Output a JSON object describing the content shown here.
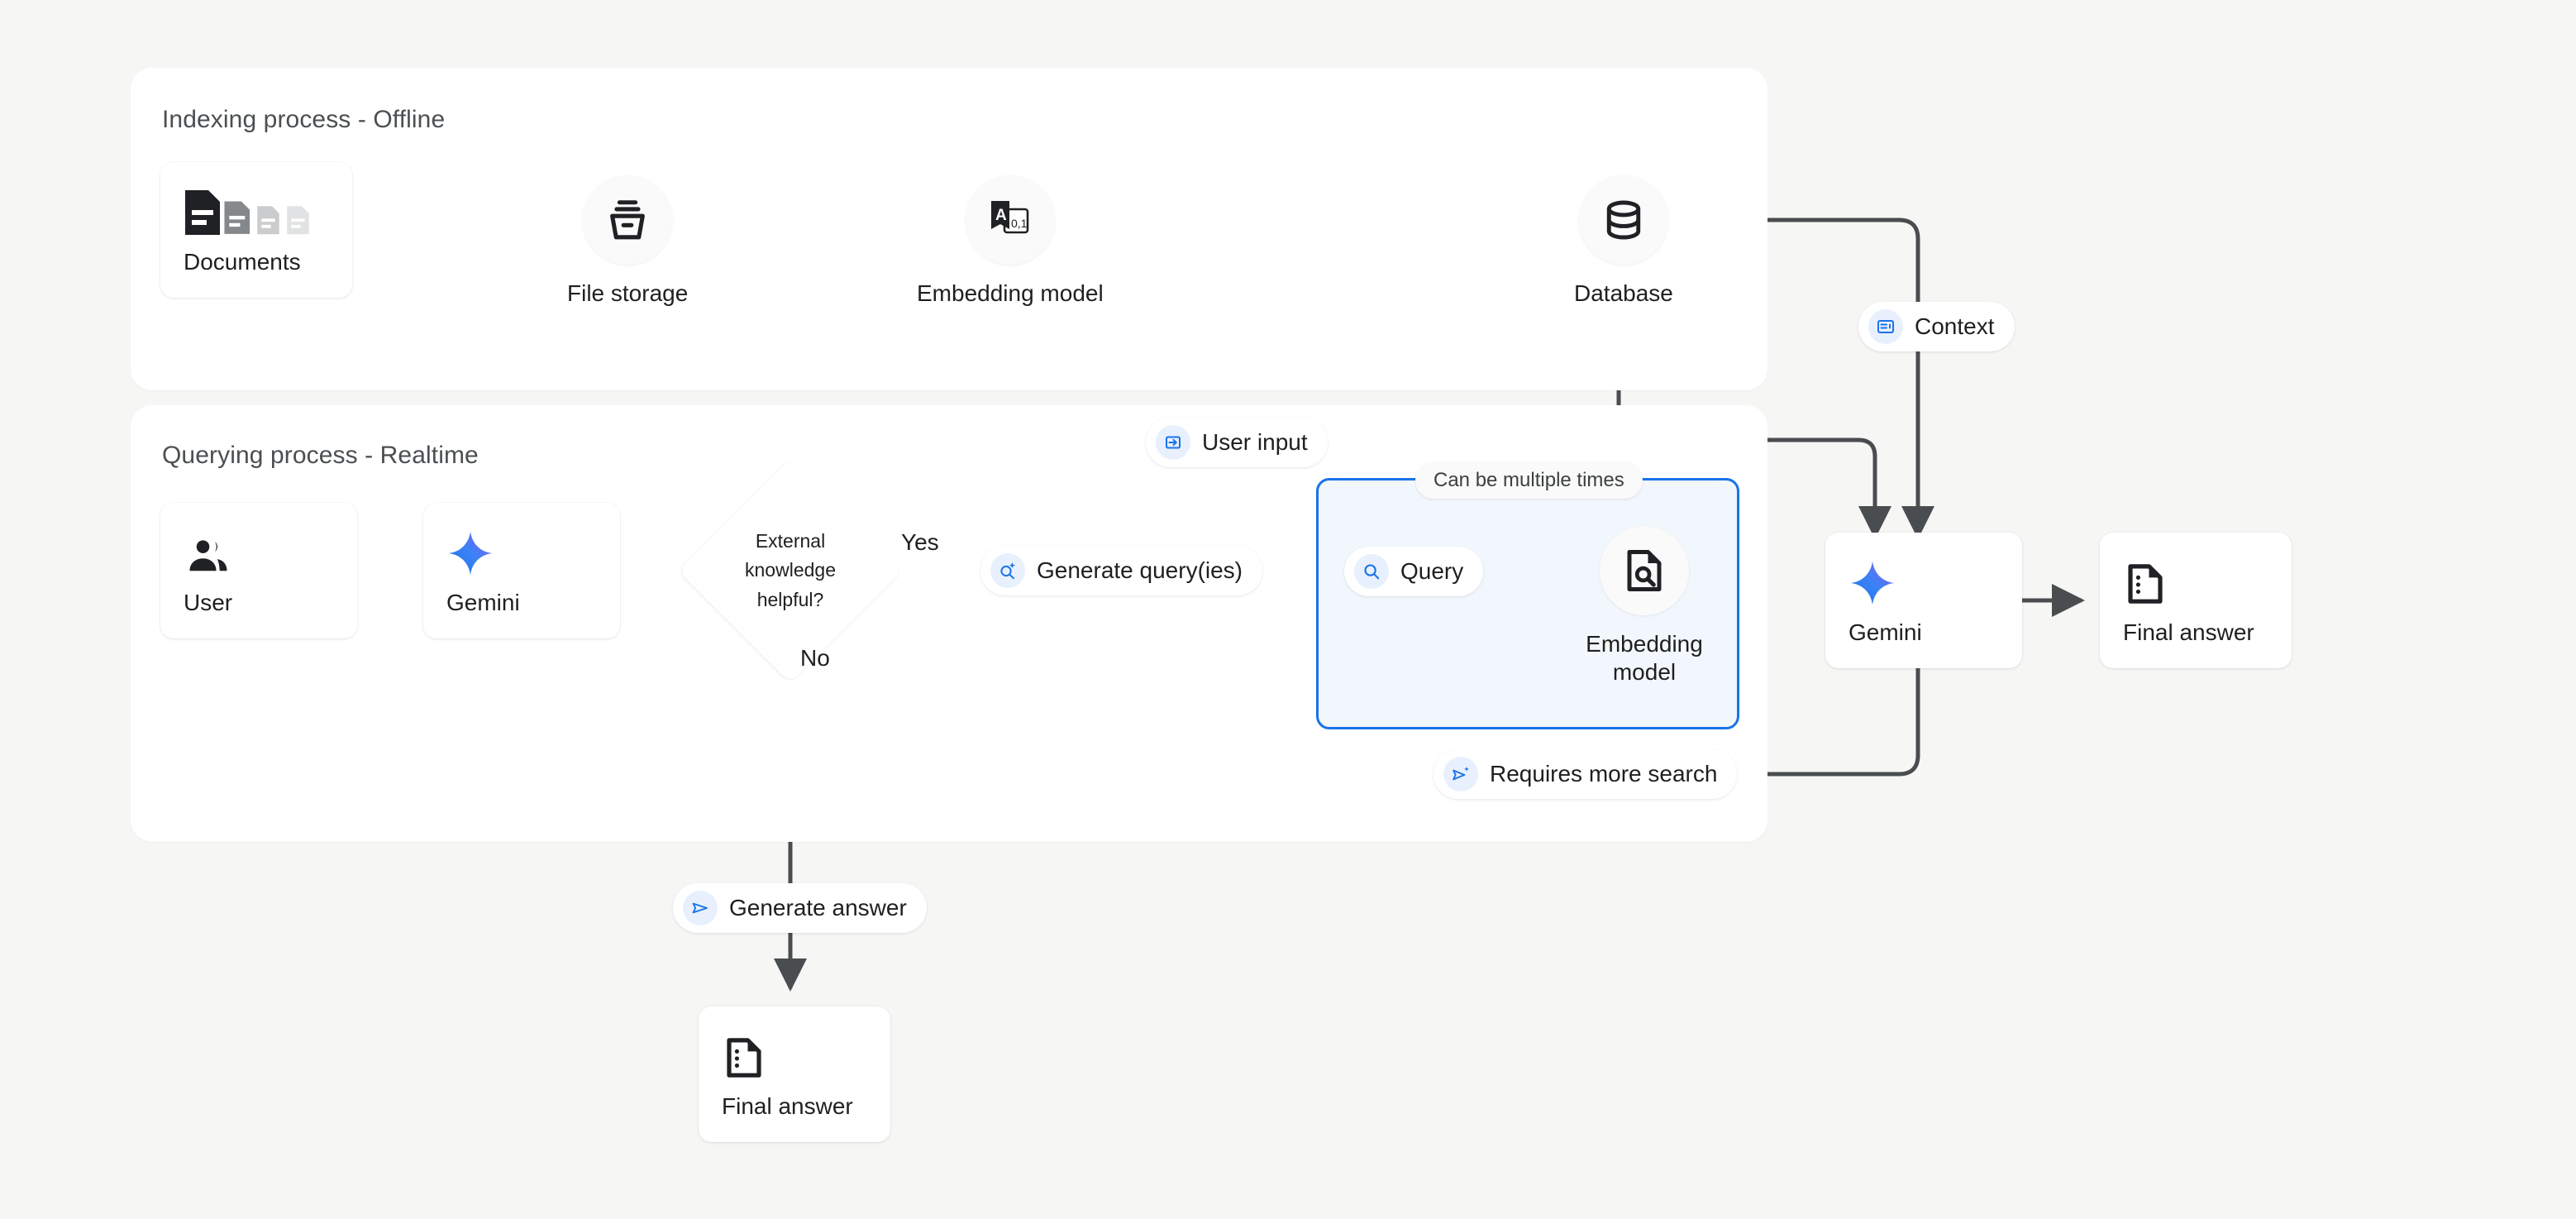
{
  "colors": {
    "page_bg": "#f6f6f4",
    "panel_bg": "#ffffff",
    "accent_blue": "#1a73e8",
    "loop_fill": "#f2f7fd",
    "wire": "#4a4d50",
    "text": "#1f1f1f",
    "muted_text": "#4b4f52"
  },
  "panels": [
    {
      "title": "Indexing process - Offline"
    },
    {
      "title": "Querying process - Realtime"
    }
  ],
  "indexing": {
    "documents": {
      "label": "Documents",
      "icon": "documents-icon"
    },
    "file_storage": {
      "label": "File storage",
      "icon": "file-storage-icon"
    },
    "embedding_model": {
      "label": "Embedding model",
      "icon": "translate-embedding-icon"
    },
    "database": {
      "label": "Database",
      "icon": "database-icon"
    }
  },
  "querying": {
    "user": {
      "label": "User",
      "icon": "users-icon"
    },
    "gemini": {
      "label": "Gemini",
      "icon": "gemini-sparkle-icon"
    },
    "decision": {
      "line1": "External",
      "line2": "knowledge",
      "line3": "helpful?"
    },
    "yes_label": "Yes",
    "no_label": "No",
    "generate_queries": {
      "label": "Generate query(ies)",
      "icon": "search-sparkle-icon"
    },
    "query": {
      "label": "Query",
      "icon": "search-icon"
    },
    "loop_note": "Can be multiple times",
    "embedding_model": {
      "line1": "Embedding",
      "line2": "model",
      "icon": "document-search-icon"
    },
    "requires_more_search": {
      "label": "Requires more search",
      "icon": "send-sparkle-icon"
    },
    "generate_answer": {
      "label": "Generate answer",
      "icon": "send-icon"
    },
    "final_answer_bottom": {
      "label": "Final answer",
      "icon": "answer-document-icon"
    },
    "user_input": {
      "label": "User input",
      "icon": "input-arrow-icon"
    },
    "context": {
      "label": "Context",
      "icon": "article-icon"
    },
    "gemini_right": {
      "label": "Gemini",
      "icon": "gemini-sparkle-icon"
    },
    "final_answer_right": {
      "label": "Final answer",
      "icon": "answer-document-icon"
    }
  }
}
